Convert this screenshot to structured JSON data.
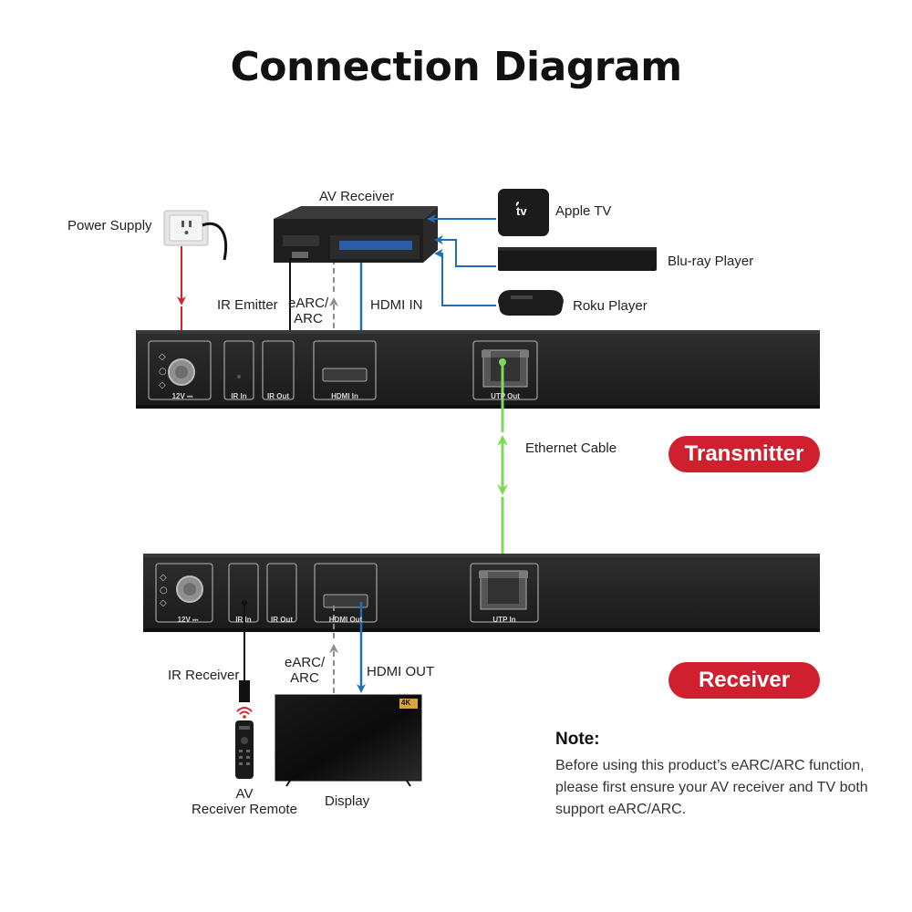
{
  "title": "Connection Diagram",
  "devices": {
    "av_receiver": "AV Receiver",
    "apple_tv": "Apple TV",
    "apple_tv_badge": "tv",
    "bluray": "Blu-ray Player",
    "roku": "Roku Player",
    "power_supply": "Power Supply",
    "display": "Display",
    "remote": "AV\nReceiver Remote",
    "ir_receiver": "IR Receiver",
    "tv_badge": "4K"
  },
  "labels": {
    "ir_emitter": "IR Emitter",
    "earc_top": "eARC/\nARC",
    "hdmi_in": "HDMI IN",
    "ethernet": "Ethernet Cable",
    "earc_bottom": "eARC/\nARC",
    "hdmi_out": "HDMI OUT"
  },
  "transmitter": {
    "badge": "Transmitter",
    "ports": [
      "12V ⎓",
      "IR In",
      "IR Out",
      "HDMI In",
      "UTP Out"
    ]
  },
  "receiver": {
    "badge": "Receiver",
    "ports": [
      "12V ⎓",
      "IR In",
      "IR Out",
      "HDMI Out",
      "UTP In"
    ]
  },
  "note": {
    "title": "Note:",
    "body": "Before using this product’s eARC/ARC function, please first ensure your AV receiver and TV both support eARC/ARC."
  },
  "colors": {
    "power": "#d2232a",
    "hdmi": "#1d6fb8",
    "ethernet": "#7ed957",
    "earc": "#8c8c8c",
    "badge": "#d01f2e",
    "device": "#202020"
  }
}
